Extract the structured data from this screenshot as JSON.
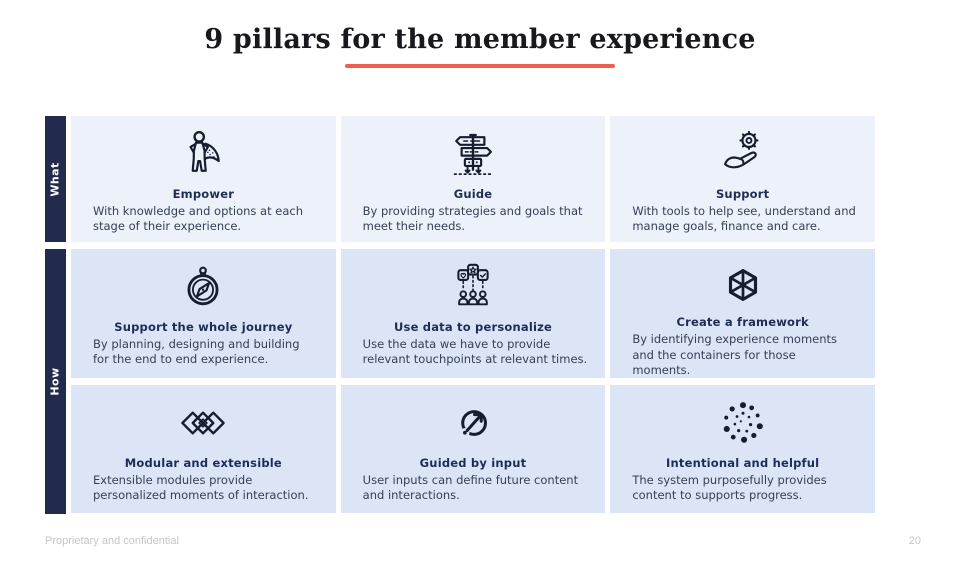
{
  "slide": {
    "title": "9 pillars for the member experience",
    "footer_left": "Proprietary and confidential",
    "page_number": "20"
  },
  "row_labels": [
    {
      "label": "What"
    },
    {
      "label": "How"
    }
  ],
  "cards": [
    {
      "icon": "superhero-cape-icon",
      "title": "Empower",
      "description": "With knowledge and options at each stage of their experience."
    },
    {
      "icon": "signpost-icon",
      "title": "Guide",
      "description": "By providing strategies and goals that meet their needs."
    },
    {
      "icon": "hand-gear-icon",
      "title": "Support",
      "description": "With tools to help see, understand and manage goals, finance and care."
    },
    {
      "icon": "compass-icon",
      "title": "Support the whole journey",
      "description": "By planning, designing and building for the end to end experience."
    },
    {
      "icon": "people-preferences-icon",
      "title": "Use data to personalize",
      "description": "Use the data we have to provide relevant touchpoints at relevant times."
    },
    {
      "icon": "framework-cube-icon",
      "title": "Create a framework",
      "description": "By identifying experience moments and the containers for those moments."
    },
    {
      "icon": "modular-diamonds-icon",
      "title": "Modular and extensible",
      "description": "Extensible modules provide personalized moments of interaction."
    },
    {
      "icon": "arrow-out-circle-icon",
      "title": "Guided by input",
      "description": "User inputs can define future content and interactions."
    },
    {
      "icon": "dot-burst-icon",
      "title": "Intentional and helpful",
      "description": "The system purposefully provides content to supports progress."
    }
  ],
  "colors": {
    "accent": "#ef5f50",
    "sidebar_bg": "#222b4e",
    "row1_card_bg": "#edf1fa",
    "row23_card_bg": "#dbe5f6",
    "title_color": "#18181f",
    "card_title_color": "#1e2d55",
    "body_color": "#333f55",
    "icon_color": "#161d2e",
    "footer_color": "#c6c6c6"
  }
}
